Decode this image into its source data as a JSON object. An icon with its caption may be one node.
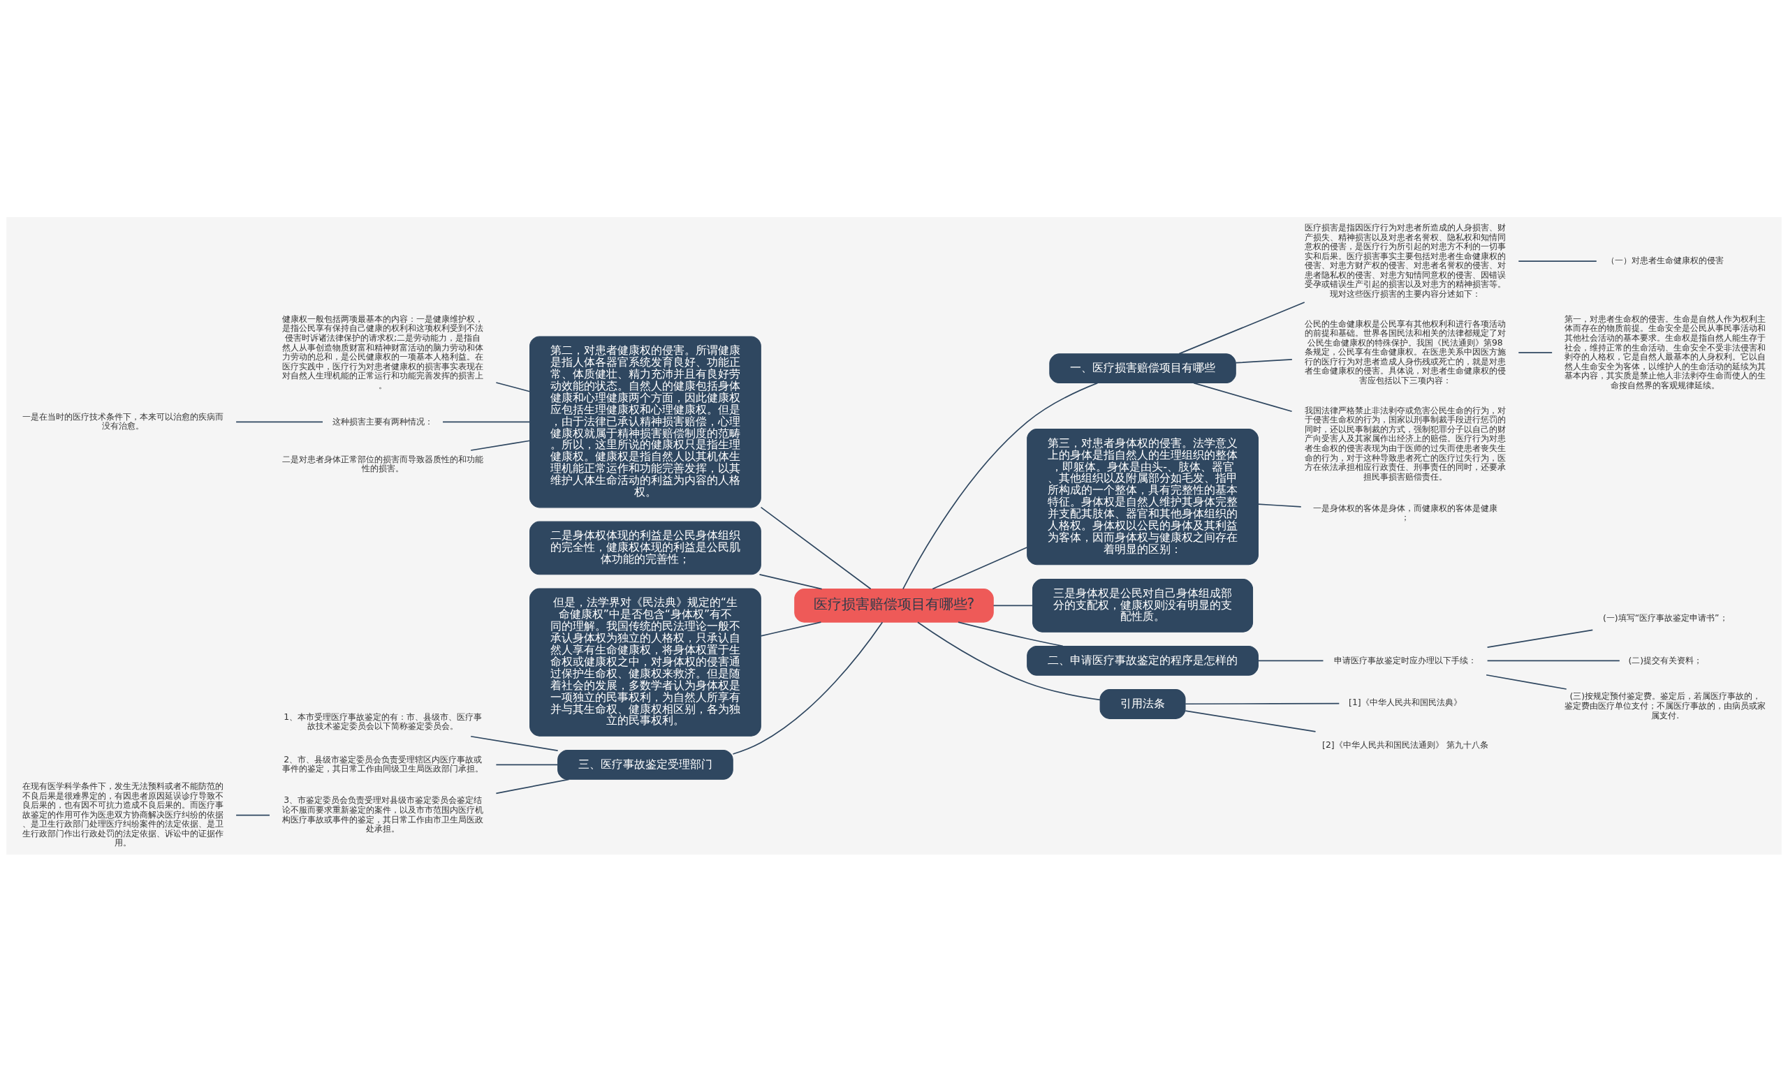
{
  "diagram": {
    "nodes": [
      {
        "text": [
          "医疗损害赔偿项目有哪些?"
        ]
      },
      {
        "text": [
          "一、医疗损害赔偿项目有哪些"
        ]
      },
      {
        "text": [
          "医疗损害是指因医疗行为对患者所造成的人身损害、财产损失、精神损害以及对患者名誉权、隐私权和知情同意权的侵害，是医疗行为所引起的对患方不利的一切事实和后果。医疗损害事实主要包括对患者生命健康权的侵害、对患方财产权的侵害、对患者名誉权的侵害、对患者隐私权的侵害、对患方知情同意权的侵害、因错误受孕或错误生产引起的损害以及对患方的精神损害等。现对这些医疗损害的主要内容分述如下："
        ]
      },
      {
        "text": [
          "（一）对患者生命健康权的侵害"
        ]
      },
      {
        "text": [
          "公民的生命健康权是公民享有其他权利和进行各项活动的前提和基础。世界各国民法和相关的法律都规定了对公民生命健康权的特殊保护。我国《民法通则》第98条规定，公民享有生命健康权。在医患关系中因医方施行的医疗行为对患者造成人身伤残或死亡的，就是对患者生命健康权的侵害。具体说，对患者生命健康权的侵害应包括以下三项内容："
        ]
      },
      {
        "text": [
          "第一，对患者生命权的侵害。生命是自然人作为权利主体而存在的物质前提。生命安全是公民从事民事活动和其他社会活动的基本要求。生命权是指自然人能生存于社会，维持正常的生命活动、生命安全不受非法侵害和剥夺的人格权，它是自然人最基本的人身权利。它以自然人生命安全为客体，以维护人的生命活动的延续为其基本内容，其实质是禁止他人非法剥夺生命而使人的生命按自然界的客观规律延续。"
        ]
      },
      {
        "text": [
          "我国法律严格禁止非法剥夺或危害公民生命的行为，对于侵害生命权的行为，国家以刑事制裁手段进行惩罚的同时，还以民事制裁的方式，强制犯罪分子以自己的财产向受害人及其家属作出经济上的赔偿。医疗行为对患者生命权的侵害表现为由于医师的过失而使患者丧失生命的行为，对于这种导致患者死亡的医疗过失行为，医方在依法承担相应行政责任、刑事责任的同时，还要承担民事损害赔偿责任。"
        ]
      },
      {
        "text": [
          "第三，对患者身体权的侵害。法学意义上的身体是指自然人的生理组织的整体，即躯体。身体是由头-、肢体、器官、其他组织以及附属部分如毛发、指甲所构成的一个整体，具有完整性的基本特征。身体权是自然人维护其身体完整并支配其肢体、器官和其他身体组织的人格权。身体权以公民的身体及其利益为客体，因而身体权与健康权之间存在着明显的区别："
        ]
      },
      {
        "text": [
          "一是身体权的客体是身体，而健康权的客体是健康；"
        ]
      },
      {
        "text": [
          "三是身体权是公民对自己身体组成部分的支配权，健康权则没有明显的支配性质。"
        ]
      },
      {
        "text": [
          "二、申请医疗事故鉴定的程序是怎样的"
        ]
      },
      {
        "text": [
          "申请医疗事故鉴定时应办理以下手续："
        ]
      },
      {
        "text": [
          "(一)填写“医疗事故鉴定申请书”；"
        ]
      },
      {
        "text": [
          "(二)提交有关资料；"
        ]
      },
      {
        "text": [
          "(三)按规定预付鉴定费。鉴定后，若属医疗事故的，鉴定费由医疗单位支付；不属医疗事故的，由病员或家属支付."
        ]
      },
      {
        "text": [
          "引用法条"
        ]
      },
      {
        "text": [
          "[1]《中华人民共和国民法典》"
        ]
      },
      {
        "text": [
          "[2]《中华人民共和国民法通则》 第九十八条"
        ]
      },
      {
        "text": [
          "第二，对患者健康权的侵害。所谓健康是指人体各器官系统发育良好、功能正常、体质健壮、精力充沛并且有良好劳动效能的状态。自然人的健康包括身体健康和心理健康两个方面，因此健康权应包括生理健康权和心理健康权。但是，由于法律已承认精神损害赔偿，心理健康权就属于精神损害赔偿制度的范畴。所以，这里所说的健康权只是指生理健康权。健康权是指自然人以其机体生理机能正常运作和功能完善发挥，以其维护人体生命活动的利益为内容的人格权。"
        ]
      },
      {
        "text": [
          "健康权一般包括两项最基本的内容：一是健康维护权，是指公民享有保持自己健康的权利和这项权利受到不法侵害时诉诸法律保护的请求权;二是劳动能力，是指自然人从事创造物质财富和精神财富活动的脑力劳动和体力劳动的总和，是公民健康权的一项基本人格利益。在医疗实践中，医疗行为对患者健康权的损害事实表现在对自然人生理机能的正常运行和功能完善发挥的损害上。"
        ]
      },
      {
        "text": [
          "这种损害主要有两种情况："
        ]
      },
      {
        "text": [
          "一是在当时的医疗技术条件下，本来可以治愈的疾病而没有治愈。"
        ]
      },
      {
        "text": [
          "二是对患者身体正常部位的损害而导致器质性的和功能性的损害。"
        ]
      },
      {
        "text": [
          "二是身体权体现的利益是公民身体组织的完全性，健康权体现的利益是公民肌体功能的完善性；"
        ]
      },
      {
        "text": [
          "但是，法学界对《民法典》规定的“生命健康权”中是否包含“身体权”有不同的理解。我国传统的民法理论一般不承认身体权为独立的人格权，只承认自然人享有生命健康权，将身体权置于生命权或健康权之中，对身体权的侵害通过保护生命权、健康权来救济。但是随着社会的发展，多数学者认为身体权是一项独立的民事权利，为自然人所享有并与其生命权、健康权相区别，各为独立的民事权利。"
        ]
      },
      {
        "text": [
          "三、医疗事故鉴定受理部门"
        ]
      },
      {
        "text": [
          "1、本市受理医疗事故鉴定的有：市、县级市、医疗事故技术鉴定委员会以下简称鉴定委员会。"
        ]
      },
      {
        "text": [
          "2、市、县级市鉴定委员会负责受理辖区内医疗事故或事件的鉴定，其日常工作由同级卫生局医政部门承担。"
        ]
      },
      {
        "text": [
          "3、市鉴定委员会负责受理对县级市鉴定委员会鉴定结论不服而要求重新鉴定的案件，以及市市范围内医疗机构医疗事故或事件的鉴定，其日常工作由市卫生局医政处承担。"
        ]
      },
      {
        "text": [
          "在现有医学科学条件下，发生无法预料或者不能防范的不良后果是很难界定的，有因患者原因延误诊疗导致不良后果的，也有因不可抗力造成不良后果的。而医疗事故鉴定的作用可作为医患双方协商解决医疗纠纷的依据、是卫生行政部门处理医疗纠纷案件的法定依据、是卫生行政部门作出行政处罚的法定依据、诉讼中的证据作用。"
        ]
      }
    ],
    "edges": [
      {
        "from": 0,
        "to": 1,
        "arrow": "none"
      },
      {
        "from": 1,
        "to": 2,
        "arrow": "none"
      },
      {
        "from": 2,
        "to": 3,
        "arrow": "none"
      },
      {
        "from": 1,
        "to": 4,
        "arrow": "none"
      },
      {
        "from": 4,
        "to": 5,
        "arrow": "none"
      },
      {
        "from": 1,
        "to": 6,
        "arrow": "none"
      },
      {
        "from": 0,
        "to": 7,
        "arrow": "none"
      },
      {
        "from": 7,
        "to": 8,
        "arrow": "none"
      },
      {
        "from": 0,
        "to": 9,
        "arrow": "none"
      },
      {
        "from": 0,
        "to": 10,
        "arrow": "none"
      },
      {
        "from": 10,
        "to": 11,
        "arrow": "none"
      },
      {
        "from": 11,
        "to": 12,
        "arrow": "none"
      },
      {
        "from": 11,
        "to": 13,
        "arrow": "none"
      },
      {
        "from": 11,
        "to": 14,
        "arrow": "none"
      },
      {
        "from": 0,
        "to": 15,
        "arrow": "none"
      },
      {
        "from": 15,
        "to": 16,
        "arrow": "none"
      },
      {
        "from": 15,
        "to": 17,
        "arrow": "none"
      },
      {
        "from": 0,
        "to": 18,
        "arrow": "none"
      },
      {
        "from": 18,
        "to": 19,
        "arrow": "none"
      },
      {
        "from": 18,
        "to": 20,
        "arrow": "none"
      },
      {
        "from": 20,
        "to": 21,
        "arrow": "none"
      },
      {
        "from": 18,
        "to": 22,
        "arrow": "none"
      },
      {
        "from": 0,
        "to": 23,
        "arrow": "none"
      },
      {
        "from": 0,
        "to": 24,
        "arrow": "none"
      },
      {
        "from": 0,
        "to": 25,
        "arrow": "none"
      },
      {
        "from": 25,
        "to": 26,
        "arrow": "none"
      },
      {
        "from": 25,
        "to": 27,
        "arrow": "none"
      },
      {
        "from": 25,
        "to": 28,
        "arrow": "none"
      },
      {
        "from": 28,
        "to": 29,
        "arrow": "none"
      }
    ]
  }
}
